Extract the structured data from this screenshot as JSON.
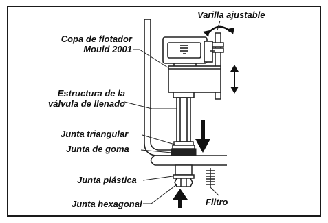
{
  "labels": {
    "varilla": "Varilla ajustable",
    "copa_line1": "Copa de flotador",
    "copa_line2": "Mould 2001",
    "estructura_line1": "Estructura de la",
    "estructura_line2": "válvula de llenado",
    "triangular": "Junta triangular",
    "goma": "Junta de goma",
    "plastica": "Junta plástica",
    "hexagonal": "Junta hexagonal",
    "filtro": "Filtro"
  },
  "colors": {
    "line": "#222222",
    "arrow": "#111111",
    "background": "#ffffff",
    "border": "#1a1a1a"
  }
}
